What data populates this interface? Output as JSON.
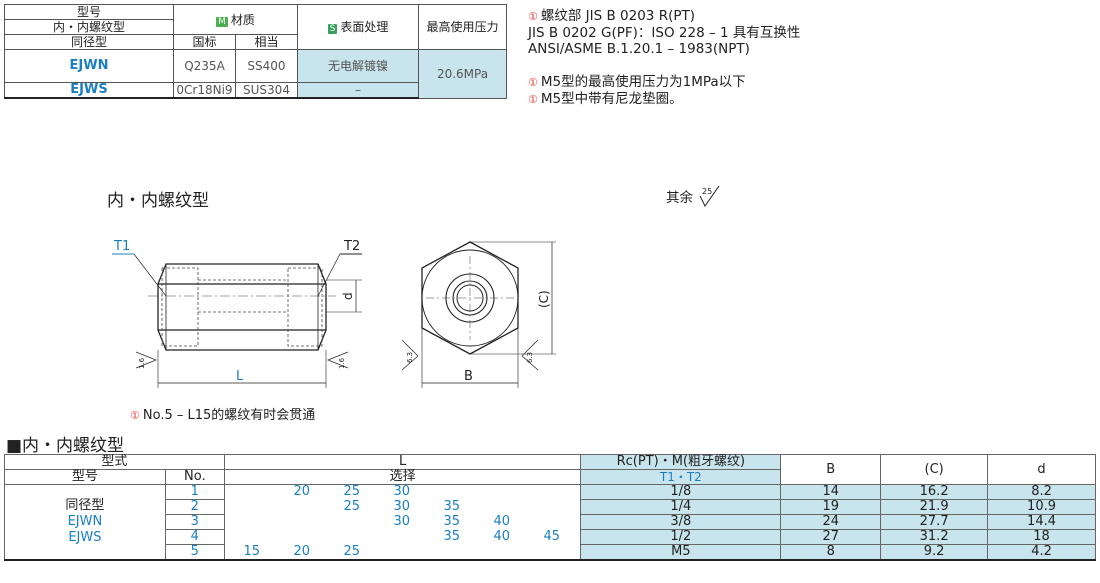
{
  "spec_table": {
    "header": {
      "model": "型号",
      "type_inner": "内・内螺纹型",
      "type_same": "同径型",
      "material_badge": "M",
      "material": "材质",
      "gb": "国标",
      "equiv": "相当",
      "surface_badge": "S",
      "surface": "表面处理",
      "max_pressure": "最高使用压力"
    },
    "rows": [
      {
        "model": "EJWN",
        "gb": "Q235A",
        "equiv": "SS400",
        "surface": "无电解镀镍"
      },
      {
        "model": "EJWS",
        "gb": "0Cr18Ni9",
        "equiv": "SUS304",
        "surface": "–"
      }
    ],
    "pressure": "20.6MPa"
  },
  "notes": {
    "thread_mark": "①",
    "thread_line1": "螺纹部 JIS B 0203 R(PT)",
    "thread_line2": "JIS B 0202 G(PF)：ISO 228 – 1 具有互换性",
    "thread_line3": "ANSI/ASME B.1.20.1 – 1983(NPT)",
    "m5_mark1": "①",
    "m5_line1": "M5型的最高使用压力为1MPa以下",
    "m5_mark2": "①",
    "m5_line2": "M5型中带有尼龙垫圈。",
    "no5_mark": "①",
    "no5_text": "No.5 – L15的螺纹有时会贯通"
  },
  "drawing": {
    "section_title": "内・内螺纹型",
    "roughness_other": "其余",
    "roughness_value": "25",
    "label_t1": "T1",
    "label_t2": "T2",
    "label_d": "d",
    "label_l": "L",
    "label_b": "B",
    "label_c": "(C)",
    "rough_16a": "1.6",
    "rough_16b": "1.6",
    "rough_63a": "6.3",
    "rough_63b": "6.3"
  },
  "dims_table": {
    "section_title": "■内・内螺纹型",
    "header": {
      "type": "型式",
      "model": "型号",
      "no": "No.",
      "l": "L",
      "select": "选择",
      "thread": "Rc(PT)・M(粗牙螺纹)",
      "t1t2": "T1・T2",
      "b": "B",
      "c": "(C)",
      "d": "d"
    },
    "model_labels": [
      "同径型",
      "EJWN",
      "EJWS"
    ],
    "rows": [
      {
        "no": "1",
        "l": [
          "",
          "20",
          "25",
          "30",
          "",
          "",
          ""
        ],
        "thread": "1/8",
        "b": "14",
        "c": "16.2",
        "d": "8.2"
      },
      {
        "no": "2",
        "l": [
          "",
          "",
          "25",
          "30",
          "35",
          "",
          ""
        ],
        "thread": "1/4",
        "b": "19",
        "c": "21.9",
        "d": "10.9"
      },
      {
        "no": "3",
        "l": [
          "",
          "",
          "",
          "30",
          "35",
          "40",
          ""
        ],
        "thread": "3/8",
        "b": "24",
        "c": "27.7",
        "d": "14.4"
      },
      {
        "no": "4",
        "l": [
          "",
          "",
          "",
          "",
          "35",
          "40",
          "45"
        ],
        "thread": "1/2",
        "b": "27",
        "c": "31.2",
        "d": "18"
      },
      {
        "no": "5",
        "l": [
          "15",
          "20",
          "25",
          "",
          "",
          "",
          ""
        ],
        "thread": "M5",
        "b": "8",
        "c": "9.2",
        "d": "4.2"
      }
    ]
  },
  "colors": {
    "accent_blue": "#1a7fc1",
    "cyan_fill": "#c8e4ec",
    "note_red": "#e53935",
    "badge_green": "#4caf50"
  }
}
